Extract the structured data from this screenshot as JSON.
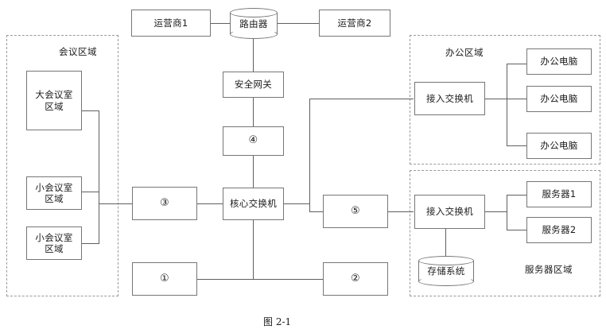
{
  "figure": {
    "caption": "图 2-1"
  },
  "zones": [
    {
      "key": "conference",
      "label": "会议区域"
    },
    {
      "key": "office",
      "label": "办公区域"
    },
    {
      "key": "server",
      "label": "服务器区域"
    }
  ],
  "nodes": {
    "isp1": "运营商1",
    "isp2": "运营商2",
    "router": "路由器",
    "security_gateway": "安全网关",
    "blank4": "④",
    "core_switch": "核心交换机",
    "blank3": "③",
    "blank5": "⑤",
    "blank1": "①",
    "blank2": "②",
    "big_meeting_room": "大会议室\n区域",
    "small_meeting_room_1": "小会议室\n区域",
    "small_meeting_room_2": "小会议室\n区域",
    "office_access_switch": "接入交换机",
    "office_pc_1": "办公电脑",
    "office_pc_2": "办公电脑",
    "office_pc_3": "办公电脑",
    "server_access_switch": "接入交换机",
    "server_1": "服务器1",
    "server_2": "服务器2",
    "storage_system": "存储系统"
  },
  "colors": {
    "node_border": "#767676",
    "zone_border": "#9a9a9a",
    "line": "#5f5f5f",
    "text": "#1b1b1b",
    "background": "#ffffff"
  }
}
